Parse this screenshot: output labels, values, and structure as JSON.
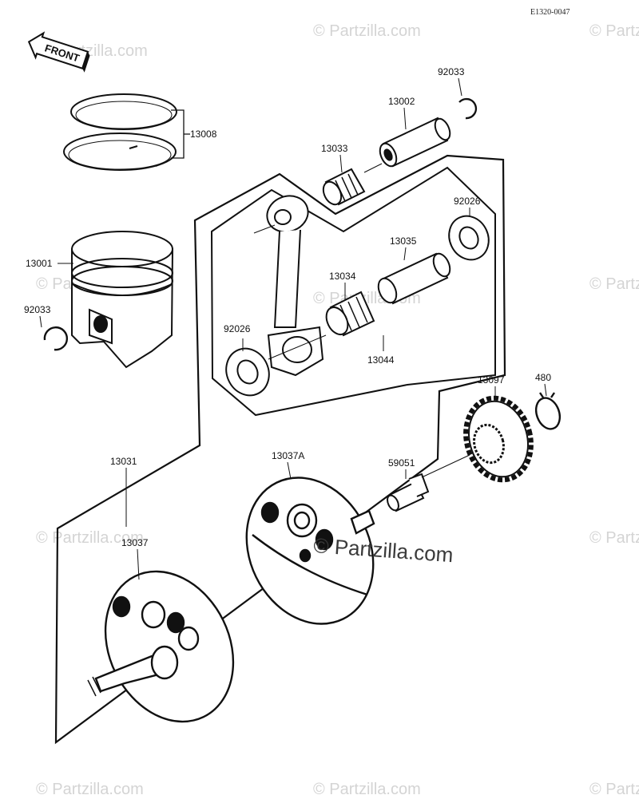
{
  "diagram_ref": "E1320-0047",
  "front_arrow_label": "FRONT",
  "watermark": "© Partzilla.com",
  "watermark_main": "© Partzilla.com",
  "colors": {
    "ink": "#111111",
    "watermark": "#d4d4d4",
    "background": "#ffffff"
  },
  "parts": {
    "p13008": "13008",
    "p92033_top": "92033",
    "p13002": "13002",
    "p13033": "13033",
    "p92026_top": "92026",
    "p13035": "13035",
    "p13034": "13034",
    "p13001": "13001",
    "p92033_left": "92033",
    "p92026_bottom": "92026",
    "p13044": "13044",
    "p13097": "13097",
    "p480": "480",
    "p13031": "13031",
    "p13037A": "13037A",
    "p59051": "59051",
    "p13037": "13037"
  }
}
